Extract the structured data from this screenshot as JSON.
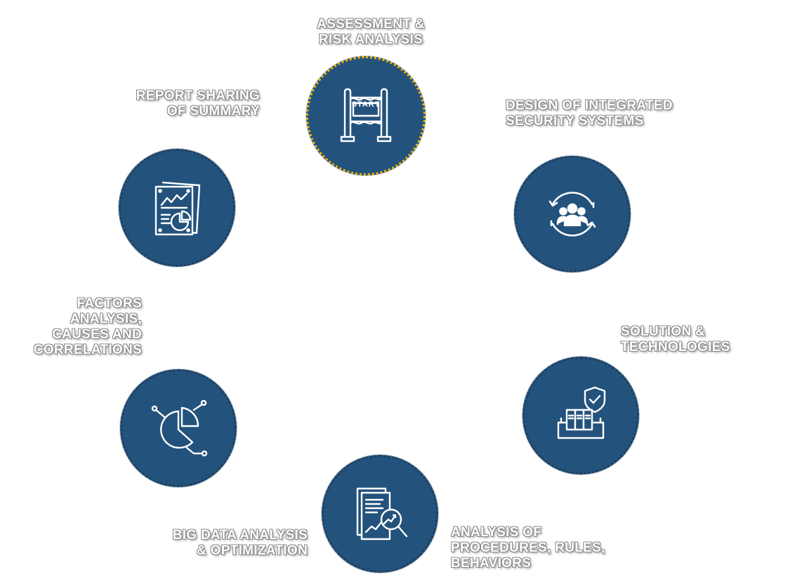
{
  "steps": [
    {
      "id": "assessment",
      "lines": [
        "ASSESSMENT &",
        "RISK ANALYSIS"
      ],
      "icon": "start-gate-icon"
    },
    {
      "id": "design",
      "lines": [
        "DESIGN OF INTEGRATED",
        "SECURITY SYSTEMS"
      ],
      "icon": "team-cycle-icon"
    },
    {
      "id": "solution",
      "lines": [
        "SOLUTION &",
        "TECHNOLOGIES"
      ],
      "icon": "secure-archive-icon"
    },
    {
      "id": "procedures",
      "lines": [
        "ANALYSIS OF",
        "PROCEDURES, RULES,",
        "BEHAVIORS"
      ],
      "icon": "document-magnifier-icon"
    },
    {
      "id": "bigdata",
      "lines": [
        "BIG DATA  ANALYSIS",
        "& OPTIMIZATION"
      ],
      "icon": "pie-chart-icon"
    },
    {
      "id": "factors",
      "lines": [
        "FACTORS",
        "ANALYSIS,",
        "CAUSES AND",
        "CORRELATIONS"
      ],
      "icon": "pie-chart-icon"
    },
    {
      "id": "report",
      "lines": [
        "REPORT SHARING",
        "OF SUMMARY"
      ],
      "icon": "report-document-icon"
    }
  ],
  "start_sign_text": "START",
  "colors": {
    "circle_fill": "#23527c",
    "circle_border": "#1e3f5e",
    "start_border": "#f0b400",
    "label_text": "#ffffff"
  }
}
